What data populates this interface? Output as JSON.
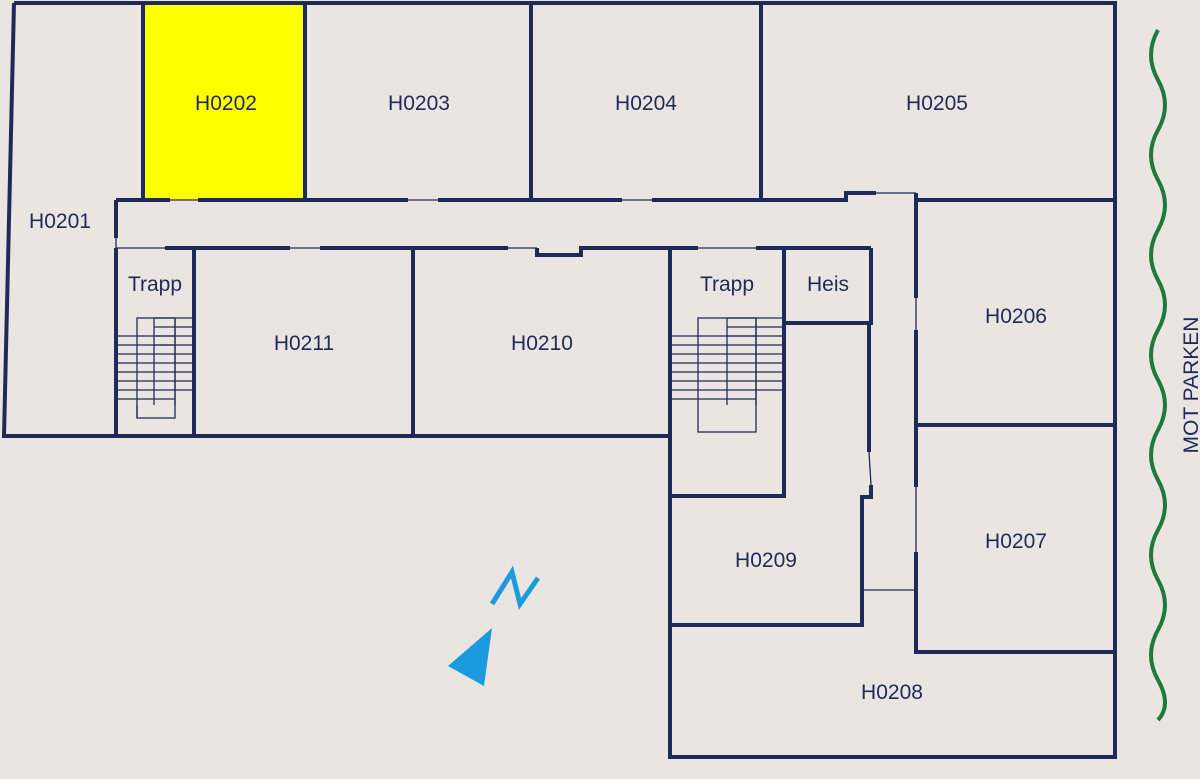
{
  "colors": {
    "wall": "#1e2b5a",
    "background": "#ebe5e1",
    "highlight": "#ffff00",
    "compass": "#1a9be0",
    "wave": "#1e7a3a"
  },
  "rooms": {
    "h0201": "H0201",
    "h0202": "H0202",
    "h0203": "H0203",
    "h0204": "H0204",
    "h0205": "H0205",
    "h0206": "H0206",
    "h0207": "H0207",
    "h0208": "H0208",
    "h0209": "H0209",
    "h0210": "H0210",
    "h0211": "H0211",
    "stair_west": "Trapp",
    "stair_east": "Trapp",
    "elevator": "Heis"
  },
  "highlighted_room": "H0202",
  "compass": {
    "label": "N",
    "icon": "north-arrow-icon"
  },
  "side_label": "MOT PARKEN"
}
